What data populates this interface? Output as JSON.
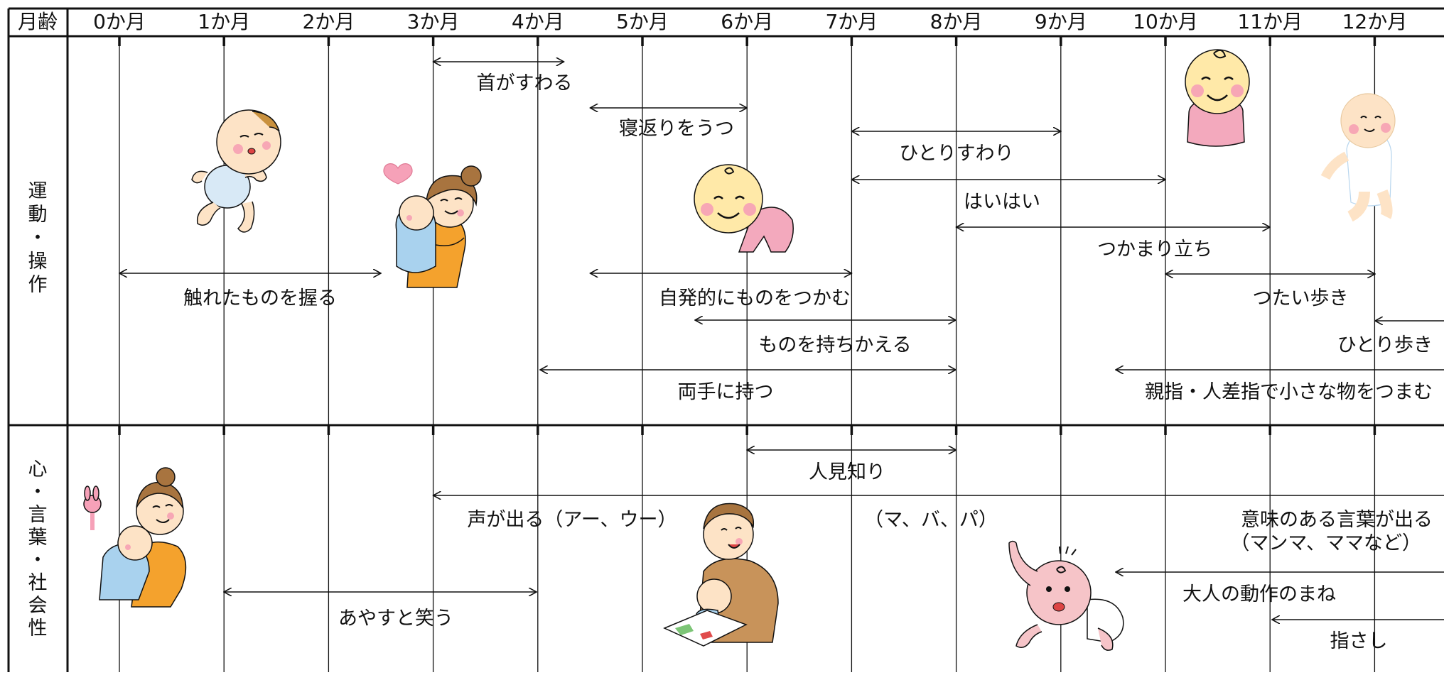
{
  "header": {
    "age_label": "月齢",
    "months": [
      "0か月",
      "1か月",
      "2か月",
      "3か月",
      "4か月",
      "5か月",
      "6か月",
      "7か月",
      "8か月",
      "9か月",
      "10か月",
      "11か月",
      "12か月"
    ]
  },
  "sections": [
    {
      "id": "motor",
      "label": [
        "運",
        "動",
        "・",
        "操",
        "作"
      ]
    },
    {
      "id": "social",
      "label": [
        "心",
        "・",
        "言",
        "葉",
        "・",
        "社",
        "会",
        "性"
      ]
    }
  ],
  "milestones": [
    {
      "id": "head-control",
      "text": "首がすわる",
      "from": 3,
      "to": 4.25,
      "arrow_start": true,
      "arrow_end": true
    },
    {
      "id": "rolling-over",
      "text": "寝返りをうつ",
      "from": 4.5,
      "to": 6,
      "arrow_start": true,
      "arrow_end": true
    },
    {
      "id": "sitting",
      "text": "ひとりすわり",
      "from": 7,
      "to": 9,
      "arrow_start": true,
      "arrow_end": true
    },
    {
      "id": "crawling",
      "text": "はいはい",
      "from": 7,
      "to": 10,
      "arrow_start": true,
      "arrow_end": true
    },
    {
      "id": "pulling-up",
      "text": "つかまり立ち",
      "from": 8,
      "to": 11,
      "arrow_start": true,
      "arrow_end": true
    },
    {
      "id": "grasp-touched",
      "text": "触れたものを握る",
      "from": 0,
      "to": 2.5,
      "arrow_start": true,
      "arrow_end": true
    },
    {
      "id": "voluntary-grasp",
      "text": "自発的にものをつかむ",
      "from": 4.5,
      "to": 7,
      "arrow_start": true,
      "arrow_end": true
    },
    {
      "id": "cruising",
      "text": "つたい歩き",
      "from": 10,
      "to": 12,
      "arrow_start": true,
      "arrow_end": true
    },
    {
      "id": "transfer-objects",
      "text": "ものを持ちかえる",
      "from": 5.5,
      "to": 8,
      "arrow_start": true,
      "arrow_end": true
    },
    {
      "id": "walking",
      "text": "ひとり歩き",
      "from": 12,
      "to": 12.7,
      "arrow_start": true,
      "arrow_end": false
    },
    {
      "id": "two-hands",
      "text": "両手に持つ",
      "from": 4,
      "to": 8,
      "arrow_start": true,
      "arrow_end": true
    },
    {
      "id": "pincer",
      "text": "親指・人差指で小さな物をつまむ",
      "from": 9.5,
      "to": 12.7,
      "arrow_start": true,
      "arrow_end": false
    },
    {
      "id": "stranger-anxiety",
      "text": "人見知り",
      "from": 6,
      "to": 8,
      "arrow_start": true,
      "arrow_end": true
    },
    {
      "id": "vocalizing",
      "text": "声が出る（アー、ウー）",
      "from": 3,
      "to": 12.7,
      "arrow_start": true,
      "arrow_end": false
    },
    {
      "id": "babbling",
      "text": "（マ、バ、パ）",
      "from": null,
      "to": null,
      "arrow_start": false,
      "arrow_end": false
    },
    {
      "id": "meaningful-words",
      "text": "意味のある言葉が出る",
      "from": null,
      "to": null,
      "arrow_start": false,
      "arrow_end": false
    },
    {
      "id": "meaningful-words-examples",
      "text": "（マンマ、ママなど）",
      "from": null,
      "to": null,
      "arrow_start": false,
      "arrow_end": false
    },
    {
      "id": "smile-when-cooed",
      "text": "あやすと笑う",
      "from": 1,
      "to": 4,
      "arrow_start": true,
      "arrow_end": true
    },
    {
      "id": "imitation",
      "text": "大人の動作のまね",
      "from": 9.5,
      "to": 12.7,
      "arrow_start": true,
      "arrow_end": false
    },
    {
      "id": "pointing",
      "text": "指さし",
      "from": 11,
      "to": 12.7,
      "arrow_start": true,
      "arrow_end": false
    }
  ],
  "illustrations": [
    {
      "id": "baby-lying",
      "icon": "baby-lying-icon"
    },
    {
      "id": "mother-holding-baby",
      "icon": "mother-holding-baby-icon"
    },
    {
      "id": "baby-crawling",
      "icon": "crawling-baby-icon"
    },
    {
      "id": "baby-sitting-pink",
      "icon": "sitting-baby-icon"
    },
    {
      "id": "baby-walking",
      "icon": "walking-baby-icon"
    },
    {
      "id": "mother-with-rattle",
      "icon": "mother-rattle-icon"
    },
    {
      "id": "father-reading",
      "icon": "father-reading-icon"
    },
    {
      "id": "baby-pointing",
      "icon": "pointing-baby-icon"
    }
  ],
  "colors": {
    "line": "#111111",
    "skin": "#fde3c6",
    "cheek": "#f7a7b5",
    "pink_clothes": "#f3a9bd",
    "blue_clothes": "#a9d2ee",
    "orange_top": "#f4a22d",
    "hair": "#a8743f"
  }
}
